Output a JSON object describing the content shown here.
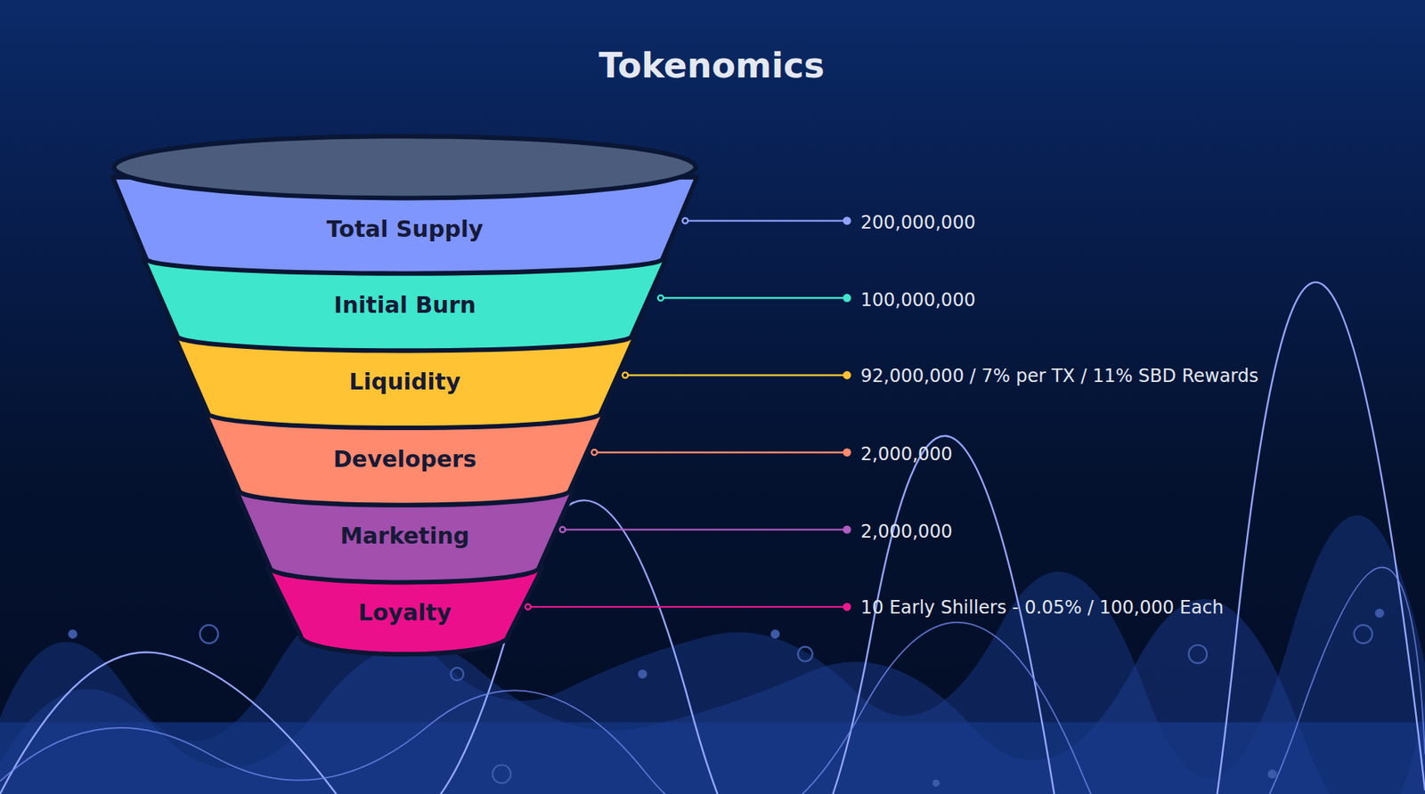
{
  "diagram": {
    "title": "Tokenomics",
    "nodes": [
      {
        "text": [
          "Total Supply"
        ]
      },
      {
        "text": [
          "Initial Burn"
        ]
      },
      {
        "text": [
          "Liquidity"
        ]
      },
      {
        "text": [
          "Developers"
        ]
      },
      {
        "text": [
          "Marketing"
        ]
      },
      {
        "text": [
          "Loyalty"
        ]
      }
    ],
    "labels": [
      "200,000,000",
      "100,000,000",
      "92,000,000 / 7% per TX / 11% SBD Rewards",
      "2,000,000",
      "2,000,000",
      "10 Early Shillers - 0.05% / 100,000 Each"
    ]
  }
}
